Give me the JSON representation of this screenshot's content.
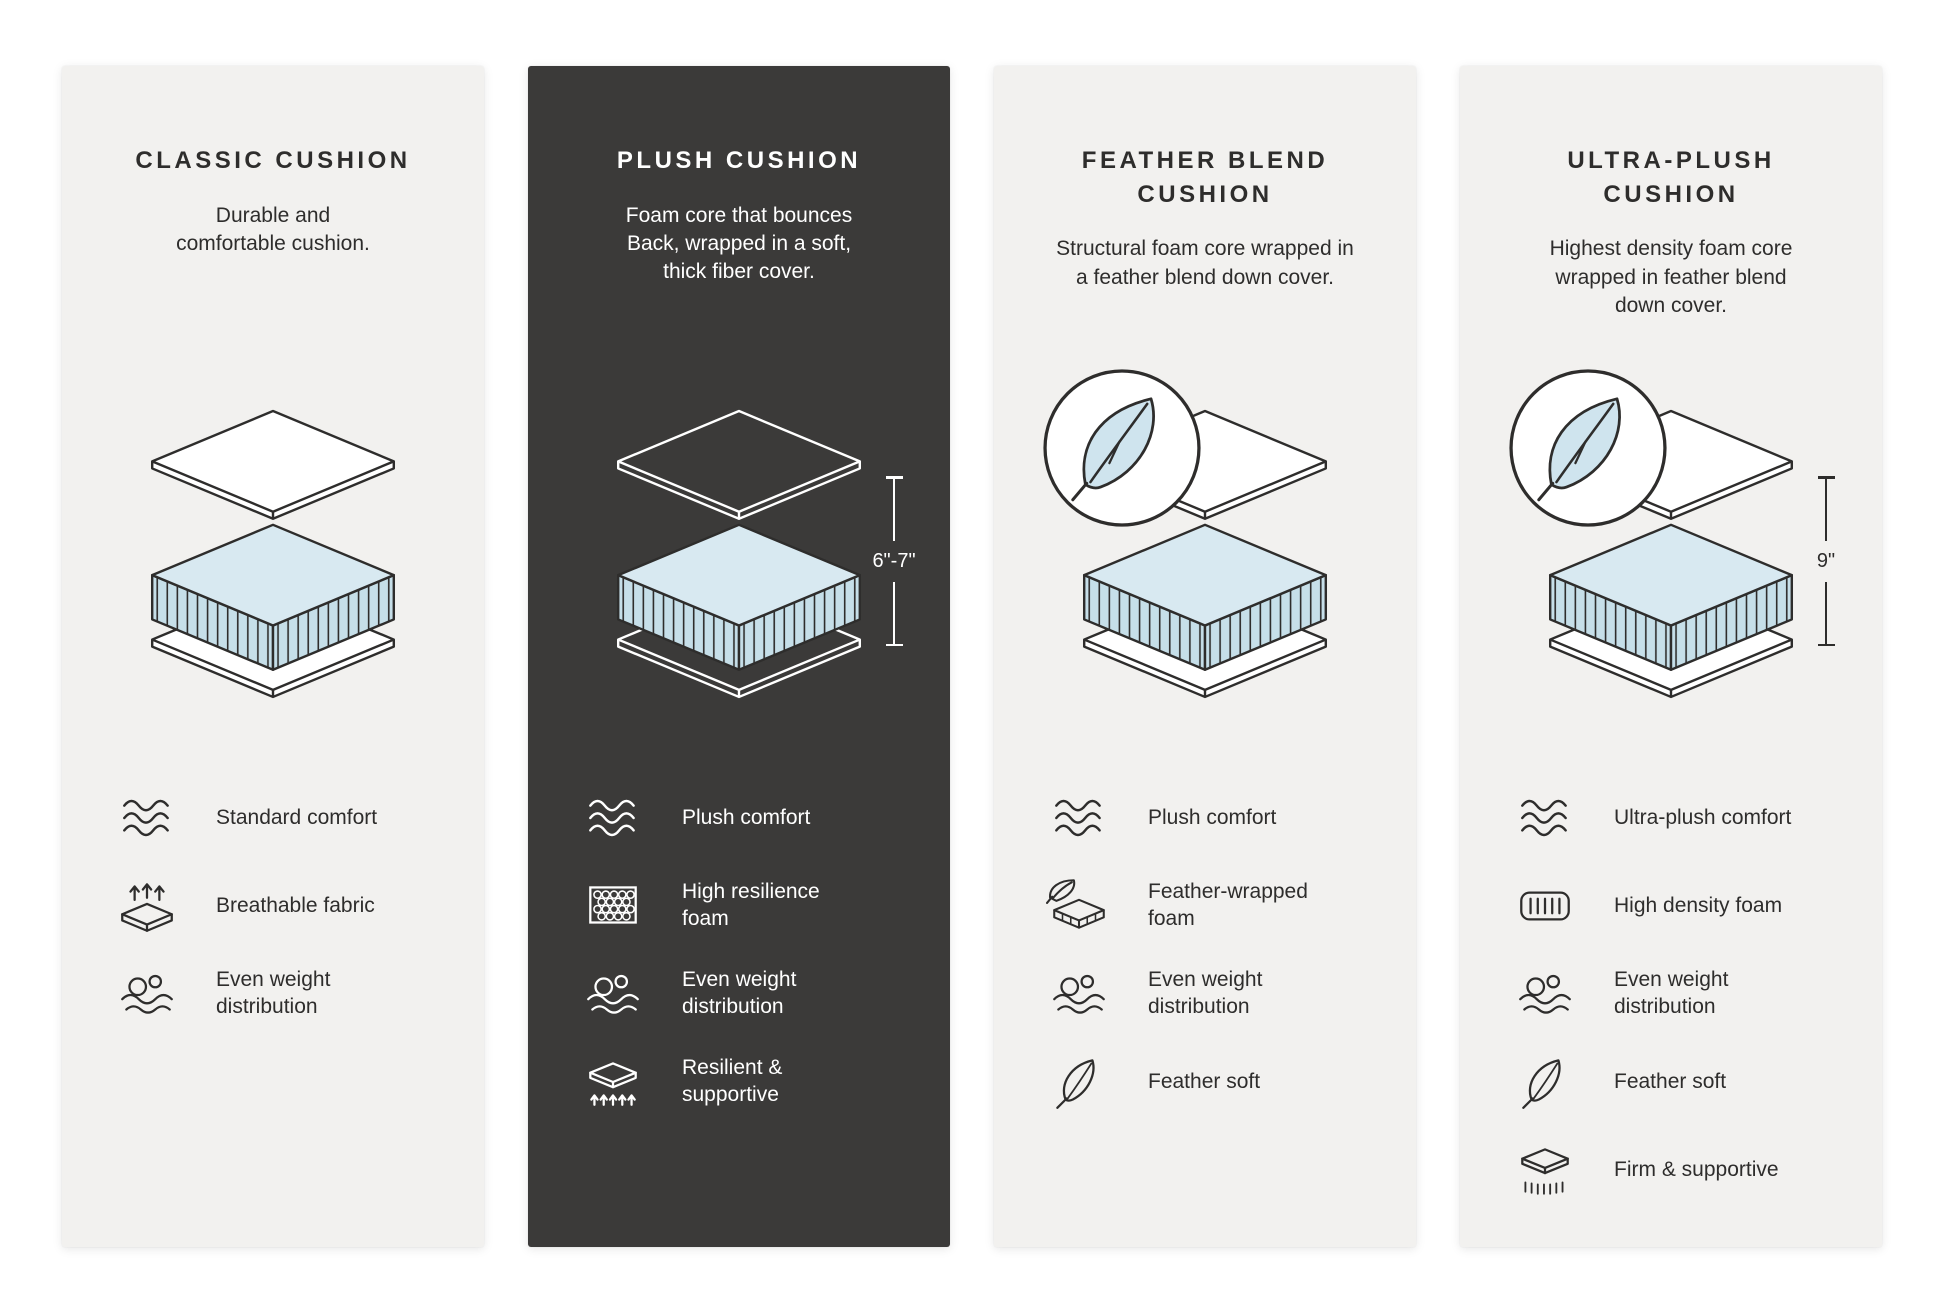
{
  "page": {
    "background": "#ffffff"
  },
  "colors": {
    "card_light_bg": "#f2f1ef",
    "card_dark_bg": "#3b3a39",
    "foam_top": "#d8e9f1",
    "foam_side": "#c6dfe9",
    "line_dark": "#2e2d2c",
    "text_on_dark": "#ffffff",
    "feather_fill": "#cfe4ee"
  },
  "cards": [
    {
      "title": "CLASSIC CUSHION",
      "description": "Durable and\ncomfortable cushion.",
      "features": [
        {
          "icon": "waves-icon",
          "label": "Standard comfort"
        },
        {
          "icon": "breathable-fabric-icon",
          "label": "Breathable fabric"
        },
        {
          "icon": "even-weight-icon",
          "label": "Even weight\ndistribution"
        }
      ]
    },
    {
      "title": "PLUSH CUSHION",
      "description": "Foam core that bounces\nBack, wrapped in a soft,\nthick fiber cover.",
      "measurement": "6\"-7\"",
      "features": [
        {
          "icon": "waves-icon",
          "label": "Plush comfort"
        },
        {
          "icon": "foam-cells-icon",
          "label": "High resilience\nfoam"
        },
        {
          "icon": "even-weight-icon",
          "label": "Even weight\ndistribution"
        },
        {
          "icon": "resilient-supportive-icon",
          "label": "Resilient &\nsupportive"
        }
      ]
    },
    {
      "title": "FEATHER BLEND\nCUSHION",
      "description": "Structural foam core wrapped in\na feather blend down cover.",
      "features": [
        {
          "icon": "waves-icon",
          "label": "Plush comfort"
        },
        {
          "icon": "feather-foam-icon",
          "label": "Feather-wrapped\nfoam"
        },
        {
          "icon": "even-weight-icon",
          "label": "Even weight\ndistribution"
        },
        {
          "icon": "feather-icon",
          "label": "Feather soft"
        }
      ]
    },
    {
      "title": "ULTRA-PLUSH\nCUSHION",
      "description": "Highest density foam core\nwrapped in feather blend\ndown cover.",
      "measurement": "9\"",
      "features": [
        {
          "icon": "waves-icon",
          "label": "Ultra-plush comfort"
        },
        {
          "icon": "high-density-foam-icon",
          "label": "High density foam"
        },
        {
          "icon": "even-weight-icon",
          "label": "Even weight\ndistribution"
        },
        {
          "icon": "feather-icon",
          "label": "Feather soft"
        },
        {
          "icon": "firm-supportive-icon",
          "label": "Firm & supportive"
        }
      ]
    }
  ]
}
